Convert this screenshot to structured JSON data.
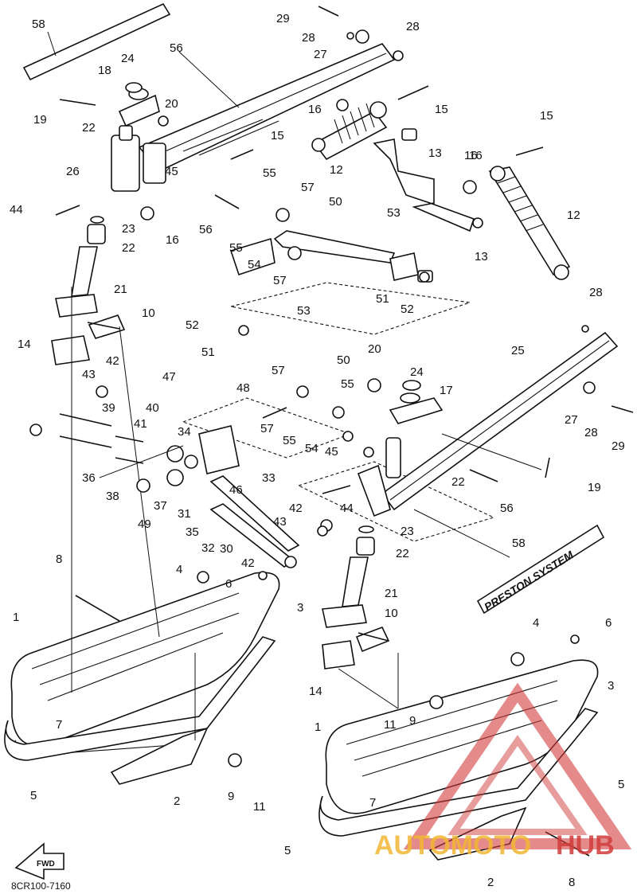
{
  "diagram_code": "8CR100-7160",
  "fwd_label": "FWD",
  "decal_text": "PRESTON SYSTEM",
  "watermark": {
    "part1": "AUTOMOTO",
    "part2": "HUB",
    "color1": "#f2b733",
    "color2": "#d23c3c"
  },
  "callouts": [
    "58",
    "56",
    "24",
    "18",
    "20",
    "19",
    "22",
    "26",
    "45",
    "44",
    "23",
    "16",
    "22",
    "21",
    "10",
    "14",
    "42",
    "43",
    "39",
    "41",
    "40",
    "34",
    "36",
    "38",
    "37",
    "31",
    "49",
    "35",
    "32",
    "30",
    "33",
    "42",
    "43",
    "42",
    "6",
    "4",
    "8",
    "1",
    "7",
    "5",
    "2",
    "9",
    "11",
    "3",
    "29",
    "28",
    "27",
    "28",
    "16",
    "15",
    "12",
    "13",
    "15",
    "16",
    "12",
    "13",
    "15",
    "55",
    "57",
    "56",
    "55",
    "54",
    "57",
    "50",
    "53",
    "51",
    "52",
    "16",
    "52",
    "51",
    "53",
    "50",
    "57",
    "48",
    "57",
    "55",
    "54",
    "45",
    "55",
    "46",
    "47",
    "20",
    "24",
    "17",
    "25",
    "28",
    "27",
    "28",
    "29",
    "19",
    "56",
    "22",
    "44",
    "23",
    "22",
    "58",
    "21",
    "10",
    "14",
    "4",
    "6",
    "3",
    "11",
    "9",
    "1",
    "7",
    "5",
    "5",
    "2",
    "8"
  ]
}
